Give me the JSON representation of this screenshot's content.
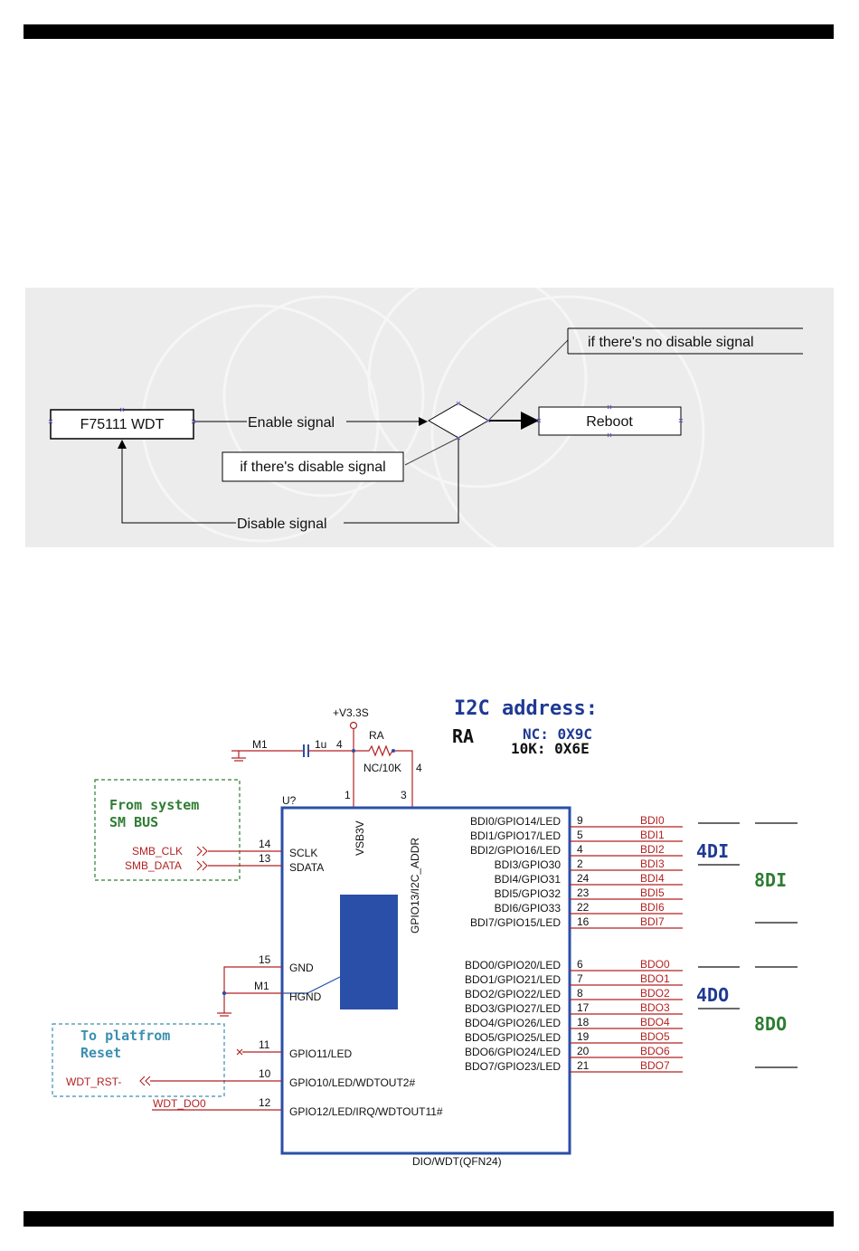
{
  "flowchart": {
    "wdt_box": "F75111 WDT",
    "enable_signal": "Enable signal",
    "disable_box": "if there's disable signal",
    "disable_signal": "Disable signal",
    "no_disable_box": "if there's no disable signal",
    "reboot_box": "Reboot"
  },
  "schematic": {
    "power_label": "+V3.3S",
    "m1_top": "M1",
    "cap_label": "1u",
    "pin4_top": "4",
    "ra_label": "RA",
    "nc10k_label": "NC/10K",
    "pin4_right": "4",
    "pin1": "1",
    "pin3": "3",
    "i2c_title": "I2C address:",
    "ra_bold": "RA",
    "nc_line": "NC: 0X9C",
    "k10_line": "10K: 0X6E",
    "from_system": "From system",
    "sm_bus": "SM BUS",
    "u_label": "U?",
    "vsb3v": "VSB3V",
    "i2c_addr": "GPIO13/I2C_ADDR",
    "smb_clk": "SMB_CLK",
    "smb_data": "SMB_DATA",
    "pin14": "14",
    "pin13": "13",
    "sclk": "SCLK",
    "sdata": "SDATA",
    "pin15": "15",
    "gnd": "GND",
    "m1_mid": "M1",
    "hgnd": "HGND",
    "to_platform": "To platfrom",
    "reset": "Reset",
    "pin11": "11",
    "gpio11": "GPIO11/LED",
    "wdt_rst": "WDT_RST-",
    "pin10": "10",
    "gpio10": "GPIO10/LED/WDTOUT2#",
    "wdt_doo": "WDT_DO0",
    "pin12": "12",
    "gpio12": "GPIO12/LED/IRQ/WDTOUT11#",
    "chip_name": "DIO/WDT(QFN24)",
    "di_label": "4DI",
    "di8_label": "8DI",
    "do_label": "4DO",
    "do8_label": "8DO",
    "bdi_pins": [
      {
        "name": "BDI0/GPIO14/LED",
        "pin": "9",
        "net": "BDI0"
      },
      {
        "name": "BDI1/GPIO17/LED",
        "pin": "5",
        "net": "BDI1"
      },
      {
        "name": "BDI2/GPIO16/LED",
        "pin": "4",
        "net": "BDI2"
      },
      {
        "name": "BDI3/GPIO30",
        "pin": "2",
        "net": "BDI3"
      },
      {
        "name": "BDI4/GPIO31",
        "pin": "24",
        "net": "BDI4"
      },
      {
        "name": "BDI5/GPIO32",
        "pin": "23",
        "net": "BDI5"
      },
      {
        "name": "BDI6/GPIO33",
        "pin": "22",
        "net": "BDI6"
      },
      {
        "name": "BDI7/GPIO15/LED",
        "pin": "16",
        "net": "BDI7"
      }
    ],
    "bdo_pins": [
      {
        "name": "BDO0/GPIO20/LED",
        "pin": "6",
        "net": "BDO0"
      },
      {
        "name": "BDO1/GPIO21/LED",
        "pin": "7",
        "net": "BDO1"
      },
      {
        "name": "BDO2/GPIO22/LED",
        "pin": "8",
        "net": "BDO2"
      },
      {
        "name": "BDO3/GPIO27/LED",
        "pin": "17",
        "net": "BDO3"
      },
      {
        "name": "BDO4/GPIO26/LED",
        "pin": "18",
        "net": "BDO4"
      },
      {
        "name": "BDO5/GPIO25/LED",
        "pin": "19",
        "net": "BDO5"
      },
      {
        "name": "BDO6/GPIO24/LED",
        "pin": "20",
        "net": "BDO6"
      },
      {
        "name": "BDO7/GPIO23/LED",
        "pin": "21",
        "net": "BDO7"
      }
    ],
    "colors": {
      "chip": "#2a4fa8",
      "wire": "#b22222",
      "green": "#2e7d32",
      "teal": "#3a8fb0",
      "navy": "#1f3a93"
    }
  }
}
